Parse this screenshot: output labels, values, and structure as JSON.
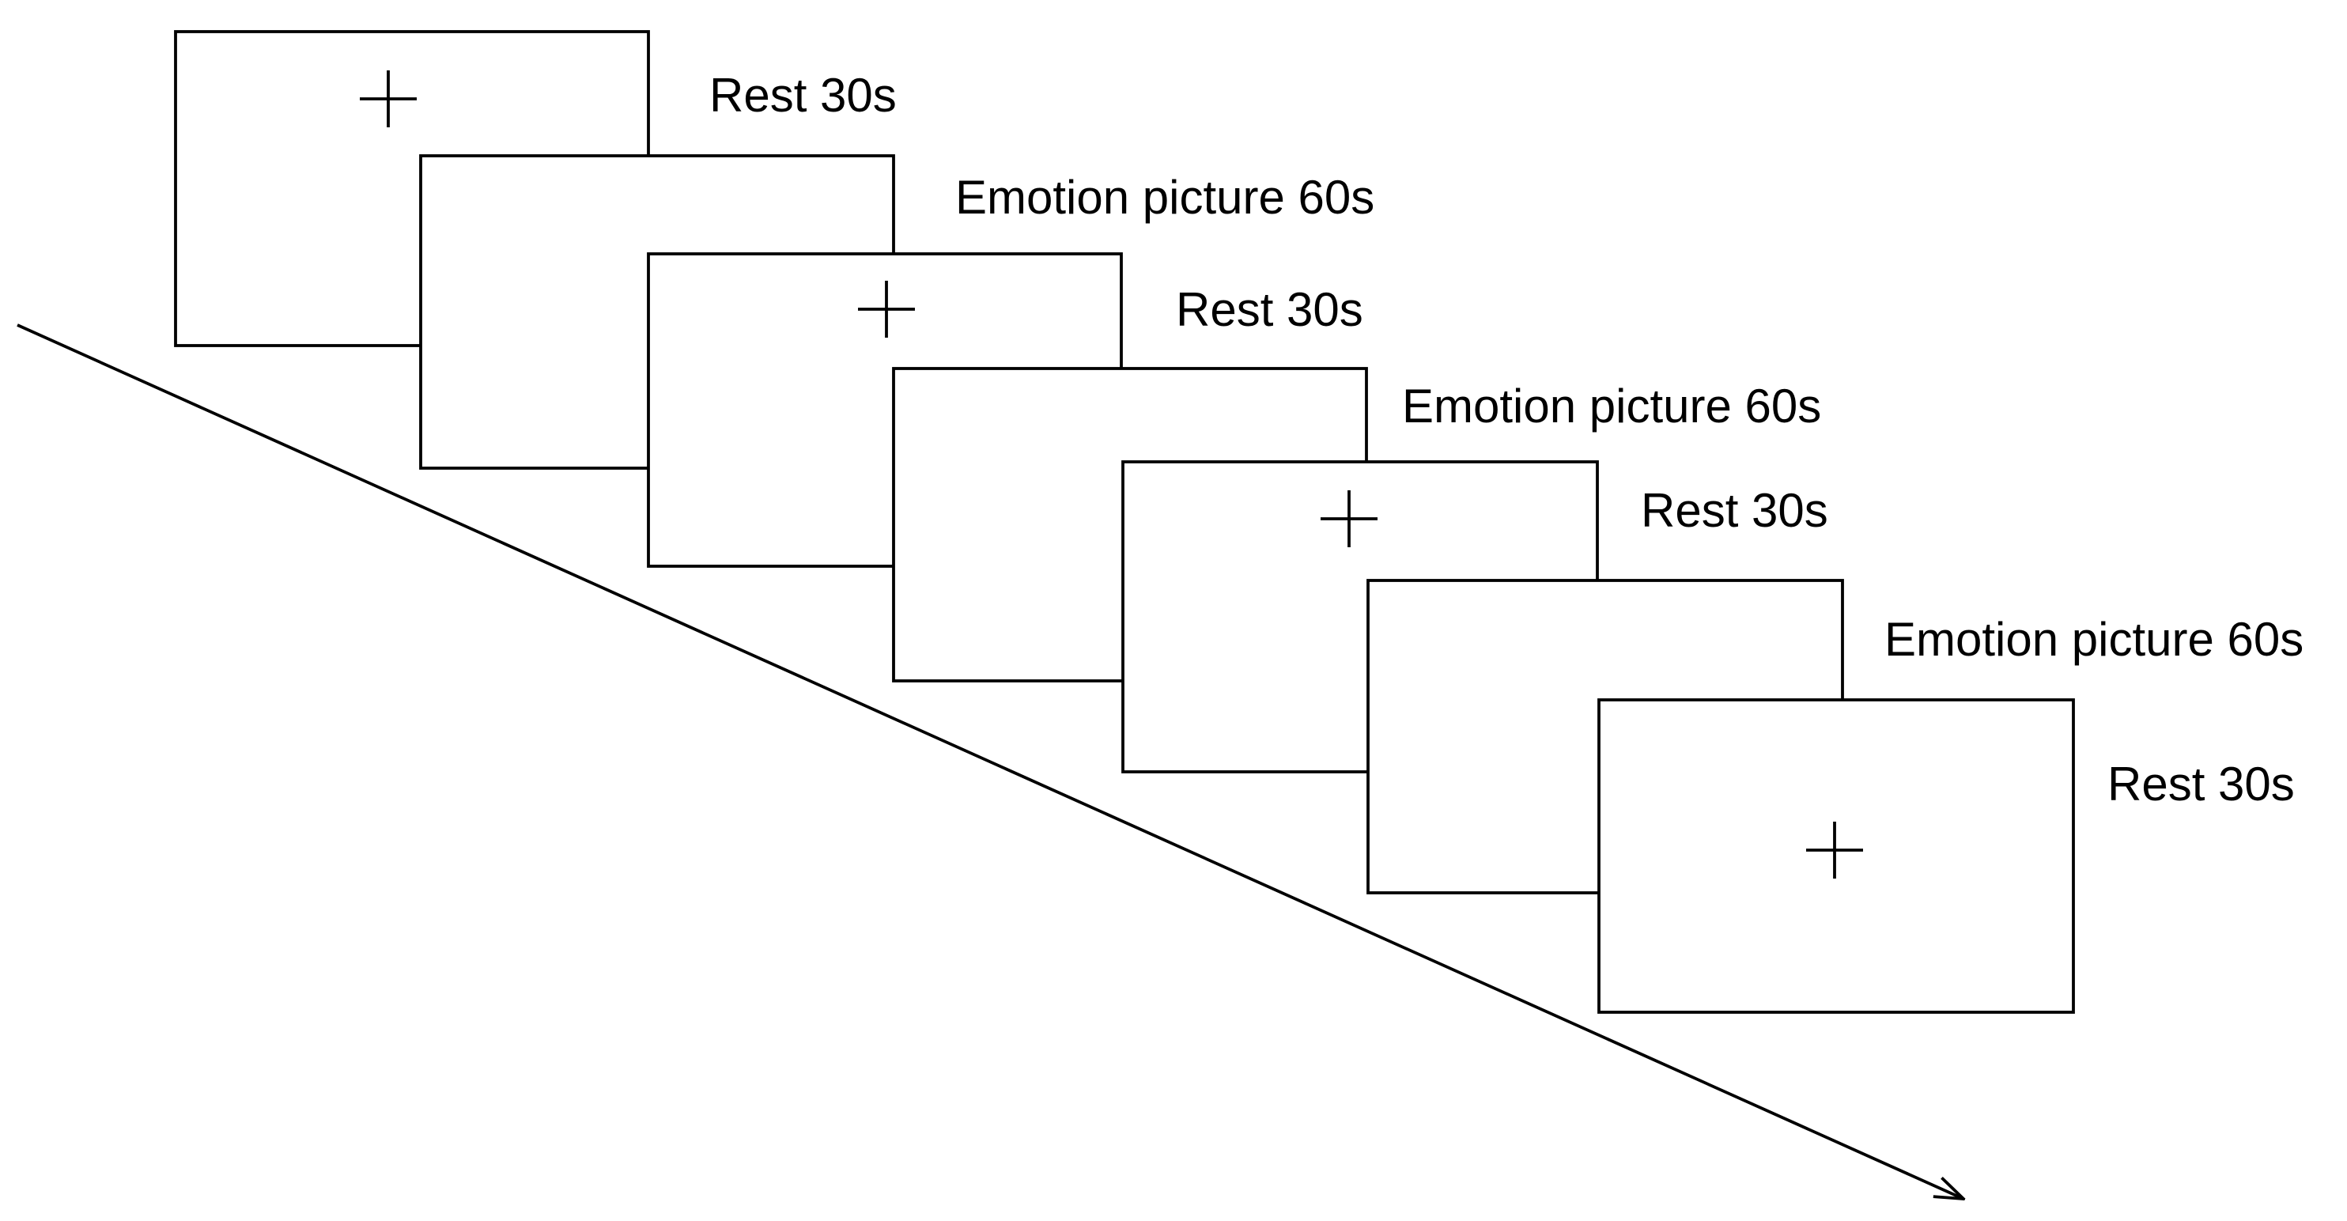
{
  "diagram": {
    "type": "trial-sequence",
    "colors": {
      "stroke": "#000000",
      "background": "#ffffff"
    },
    "time_axis": {
      "direction": "down-right",
      "arrowhead": true,
      "label": ""
    },
    "steps": [
      {
        "label": "Rest 30s",
        "kind": "rest",
        "shows_fixation_cross": true
      },
      {
        "label": "Emotion picture 60s",
        "kind": "emotion-picture",
        "shows_fixation_cross": false
      },
      {
        "label": "Rest 30s",
        "kind": "rest",
        "shows_fixation_cross": true
      },
      {
        "label": "Emotion picture 60s",
        "kind": "emotion-picture",
        "shows_fixation_cross": false
      },
      {
        "label": "Rest 30s",
        "kind": "rest",
        "shows_fixation_cross": true
      },
      {
        "label": "Emotion picture 60s",
        "kind": "emotion-picture",
        "shows_fixation_cross": false
      },
      {
        "label": "Rest 30s",
        "kind": "rest",
        "shows_fixation_cross": true
      }
    ]
  }
}
